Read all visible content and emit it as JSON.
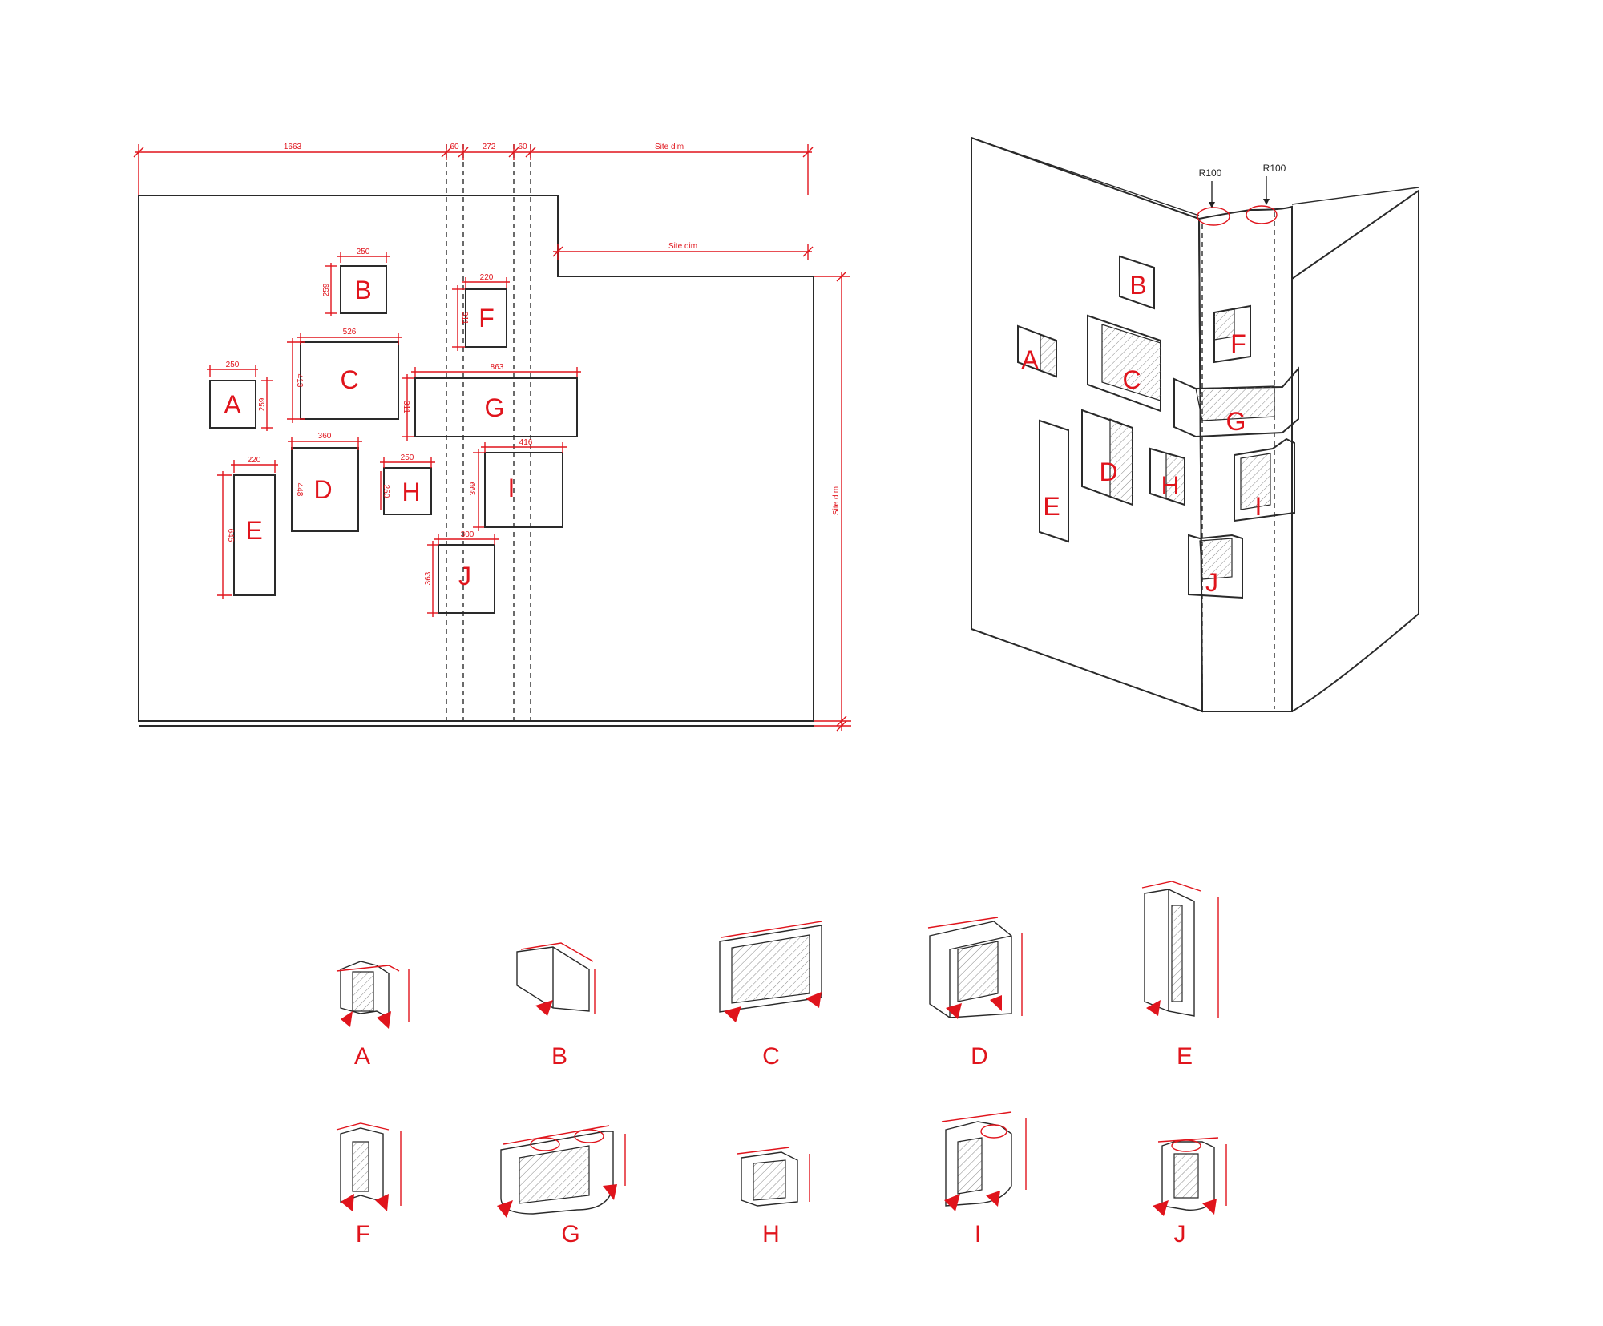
{
  "plan": {
    "dims_top": [
      "1663",
      "60",
      "272",
      "60",
      "Site dim"
    ],
    "dim_step": "Site dim",
    "dim_right": "Site dim",
    "openings": [
      {
        "id": "A",
        "w": "250",
        "h": "259"
      },
      {
        "id": "B",
        "w": "250",
        "h": "259"
      },
      {
        "id": "C",
        "w": "526",
        "h": "413"
      },
      {
        "id": "D",
        "w": "360",
        "h": "448"
      },
      {
        "id": "E",
        "w": "220",
        "h": "645"
      },
      {
        "id": "F",
        "w": "220",
        "h": "311"
      },
      {
        "id": "G",
        "w": "863",
        "h": "311"
      },
      {
        "id": "H",
        "w": "250",
        "h": "250"
      },
      {
        "id": "I",
        "w": "416",
        "h": "399"
      },
      {
        "id": "J",
        "w": "300",
        "h": "363"
      }
    ]
  },
  "iso": {
    "radius_left": "R100",
    "radius_right": "R100",
    "labels": [
      "A",
      "B",
      "C",
      "D",
      "E",
      "F",
      "G",
      "H",
      "I",
      "J"
    ]
  },
  "details": {
    "labels": [
      "A",
      "B",
      "C",
      "D",
      "E",
      "F",
      "G",
      "H",
      "I",
      "J"
    ]
  },
  "colors": {
    "accent": "#e0141c",
    "line": "#2a2a2a"
  }
}
